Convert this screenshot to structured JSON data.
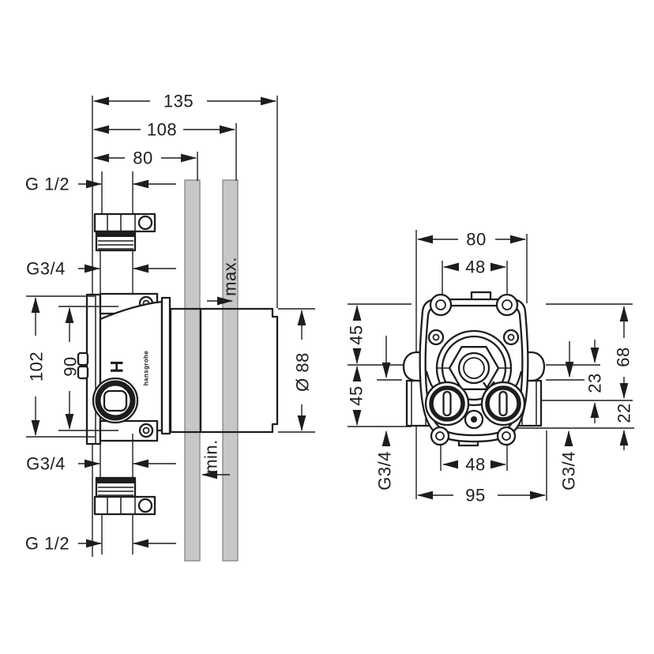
{
  "drawing": {
    "title": "concealed-valve-installation-drawing",
    "left_view": {
      "dim_135": "135",
      "dim_108": "108",
      "dim_80": "80",
      "thread_top": "G 1/2",
      "port_top": "G3/4",
      "dim_102": "102",
      "dim_90": "90",
      "label_max": "max.",
      "label_min": "min.",
      "dim_diameter": "Ø 88",
      "port_bottom": "G3/4",
      "thread_bottom": "G 1/2",
      "marking_h": "H",
      "brand": "hansgrohe"
    },
    "right_view": {
      "dim_80": "80",
      "dim_48_top": "48",
      "dim_45_upper": "45",
      "dim_45_lower": "45",
      "dim_68": "68",
      "dim_23": "23",
      "dim_22": "22",
      "dim_48_bottom": "48",
      "dim_95": "95",
      "port_left": "G3/4",
      "port_right": "G3/4"
    },
    "colors": {
      "line": "#1d1d1b",
      "wall_fill": "#c7c7c7",
      "wall_stroke": "#8a8a8a",
      "background": "#ffffff"
    }
  }
}
